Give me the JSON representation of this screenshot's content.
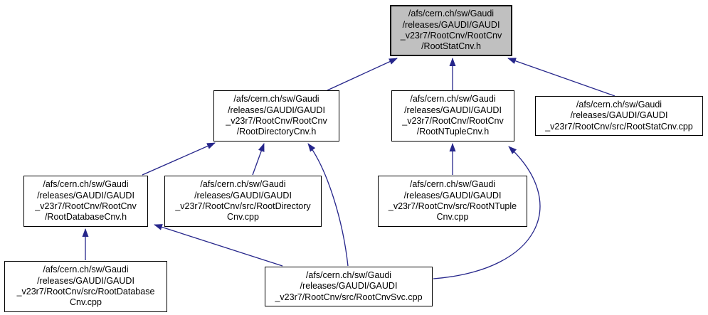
{
  "diagram_type": "include-dependency-graph",
  "colors": {
    "background": "#ffffff",
    "edge": "#26268b",
    "node_border": "#000000",
    "node_fill": "#ffffff",
    "current_node_fill": "#c0c0c0",
    "text": "#000000"
  },
  "nodes": [
    {
      "id": "RootStatCnv.h",
      "current": true,
      "lines": [
        "/afs/cern.ch/sw/Gaudi",
        "/releases/GAUDI/GAUDI",
        "_v23r7/RootCnv/RootCnv",
        "/RootStatCnv.h"
      ]
    },
    {
      "id": "RootDirectoryCnv.h",
      "current": false,
      "lines": [
        "/afs/cern.ch/sw/Gaudi",
        "/releases/GAUDI/GAUDI",
        "_v23r7/RootCnv/RootCnv",
        "/RootDirectoryCnv.h"
      ]
    },
    {
      "id": "RootNTupleCnv.h",
      "current": false,
      "lines": [
        "/afs/cern.ch/sw/Gaudi",
        "/releases/GAUDI/GAUDI",
        "_v23r7/RootCnv/RootCnv",
        "/RootNTupleCnv.h"
      ]
    },
    {
      "id": "RootStatCnv.cpp",
      "current": false,
      "lines": [
        "/afs/cern.ch/sw/Gaudi",
        "/releases/GAUDI/GAUDI",
        "_v23r7/RootCnv/src/RootStatCnv.cpp"
      ]
    },
    {
      "id": "RootDatabaseCnv.h",
      "current": false,
      "lines": [
        "/afs/cern.ch/sw/Gaudi",
        "/releases/GAUDI/GAUDI",
        "_v23r7/RootCnv/RootCnv",
        "/RootDatabaseCnv.h"
      ]
    },
    {
      "id": "RootDirectoryCnv.cpp",
      "current": false,
      "lines": [
        "/afs/cern.ch/sw/Gaudi",
        "/releases/GAUDI/GAUDI",
        "_v23r7/RootCnv/src/RootDirectory",
        "Cnv.cpp"
      ]
    },
    {
      "id": "RootNTupleCnv.cpp",
      "current": false,
      "lines": [
        "/afs/cern.ch/sw/Gaudi",
        "/releases/GAUDI/GAUDI",
        "_v23r7/RootCnv/src/RootNTuple",
        "Cnv.cpp"
      ]
    },
    {
      "id": "RootDatabaseCnv.cpp",
      "current": false,
      "lines": [
        "/afs/cern.ch/sw/Gaudi",
        "/releases/GAUDI/GAUDI",
        "_v23r7/RootCnv/src/RootDatabase",
        "Cnv.cpp"
      ]
    },
    {
      "id": "RootCnvSvc.cpp",
      "current": false,
      "lines": [
        "/afs/cern.ch/sw/Gaudi",
        "/releases/GAUDI/GAUDI",
        "_v23r7/RootCnv/src/RootCnvSvc.cpp"
      ]
    }
  ],
  "edges": [
    {
      "from": "RootDirectoryCnv.h",
      "to": "RootStatCnv.h"
    },
    {
      "from": "RootNTupleCnv.h",
      "to": "RootStatCnv.h"
    },
    {
      "from": "RootStatCnv.cpp",
      "to": "RootStatCnv.h"
    },
    {
      "from": "RootDatabaseCnv.h",
      "to": "RootDirectoryCnv.h"
    },
    {
      "from": "RootDirectoryCnv.cpp",
      "to": "RootDirectoryCnv.h"
    },
    {
      "from": "RootCnvSvc.cpp",
      "to": "RootDirectoryCnv.h"
    },
    {
      "from": "RootNTupleCnv.cpp",
      "to": "RootNTupleCnv.h"
    },
    {
      "from": "RootCnvSvc.cpp",
      "to": "RootNTupleCnv.h"
    },
    {
      "from": "RootDatabaseCnv.cpp",
      "to": "RootDatabaseCnv.h"
    },
    {
      "from": "RootCnvSvc.cpp",
      "to": "RootDatabaseCnv.h"
    }
  ]
}
